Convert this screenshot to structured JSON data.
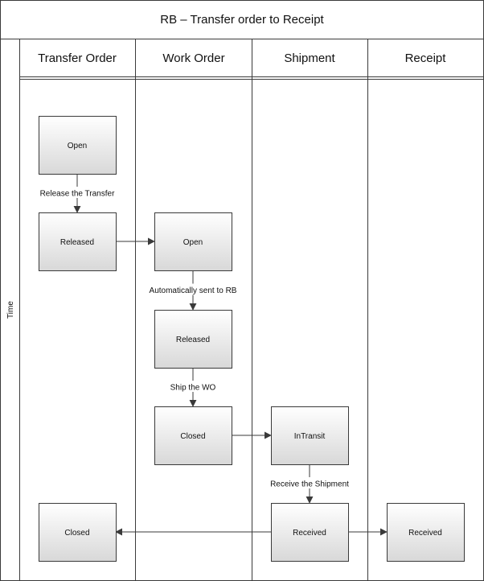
{
  "title": "RB – Transfer order to Receipt",
  "time_label": "Time",
  "lanes": [
    {
      "key": "transfer-order",
      "label": "Transfer Order"
    },
    {
      "key": "work-order",
      "label": "Work Order"
    },
    {
      "key": "shipment",
      "label": "Shipment"
    },
    {
      "key": "receipt",
      "label": "Receipt"
    }
  ],
  "nodes": [
    {
      "id": "to-open",
      "lane": "transfer-order",
      "label": "Open"
    },
    {
      "id": "to-released",
      "lane": "transfer-order",
      "label": "Released"
    },
    {
      "id": "wo-open",
      "lane": "work-order",
      "label": "Open"
    },
    {
      "id": "wo-released",
      "lane": "work-order",
      "label": "Released"
    },
    {
      "id": "wo-closed",
      "lane": "work-order",
      "label": "Closed"
    },
    {
      "id": "sh-intransit",
      "lane": "shipment",
      "label": "InTransit"
    },
    {
      "id": "sh-received",
      "lane": "shipment",
      "label": "Received"
    },
    {
      "id": "to-closed",
      "lane": "transfer-order",
      "label": "Closed"
    },
    {
      "id": "rc-received",
      "lane": "receipt",
      "label": "Received"
    }
  ],
  "edges": [
    {
      "from": "to-open",
      "to": "to-released",
      "label": "Release the Transfer"
    },
    {
      "from": "to-released",
      "to": "wo-open",
      "label": ""
    },
    {
      "from": "wo-open",
      "to": "wo-released",
      "label": "Automatically sent to RB"
    },
    {
      "from": "wo-released",
      "to": "wo-closed",
      "label": "Ship the WO"
    },
    {
      "from": "wo-closed",
      "to": "sh-intransit",
      "label": ""
    },
    {
      "from": "sh-intransit",
      "to": "sh-received",
      "label": "Receive the Shipment"
    },
    {
      "from": "sh-received",
      "to": "to-closed",
      "label": ""
    },
    {
      "from": "sh-received",
      "to": "rc-received",
      "label": ""
    }
  ],
  "colors": {
    "line": "#3a3a3a",
    "box_top": "#ffffff",
    "box_bottom": "#d8d8d8",
    "text": "#111111"
  }
}
